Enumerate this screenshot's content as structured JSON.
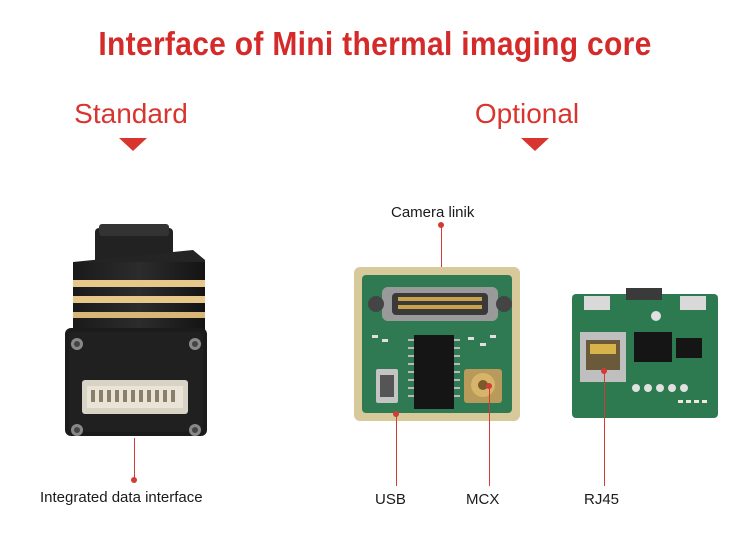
{
  "title": "Interface of Mini thermal imaging core",
  "standard": {
    "label": "Standard",
    "caption": "Integrated data interface"
  },
  "optional": {
    "label": "Optional",
    "top_caption": "Camera linik",
    "captions": {
      "usb": "USB",
      "mcx": "MCX",
      "rj45": "RJ45"
    }
  },
  "colors": {
    "accent": "#d8352f",
    "title": "#d42a2a",
    "pcb": "#2f7a52",
    "gold": "#e8c88a"
  }
}
